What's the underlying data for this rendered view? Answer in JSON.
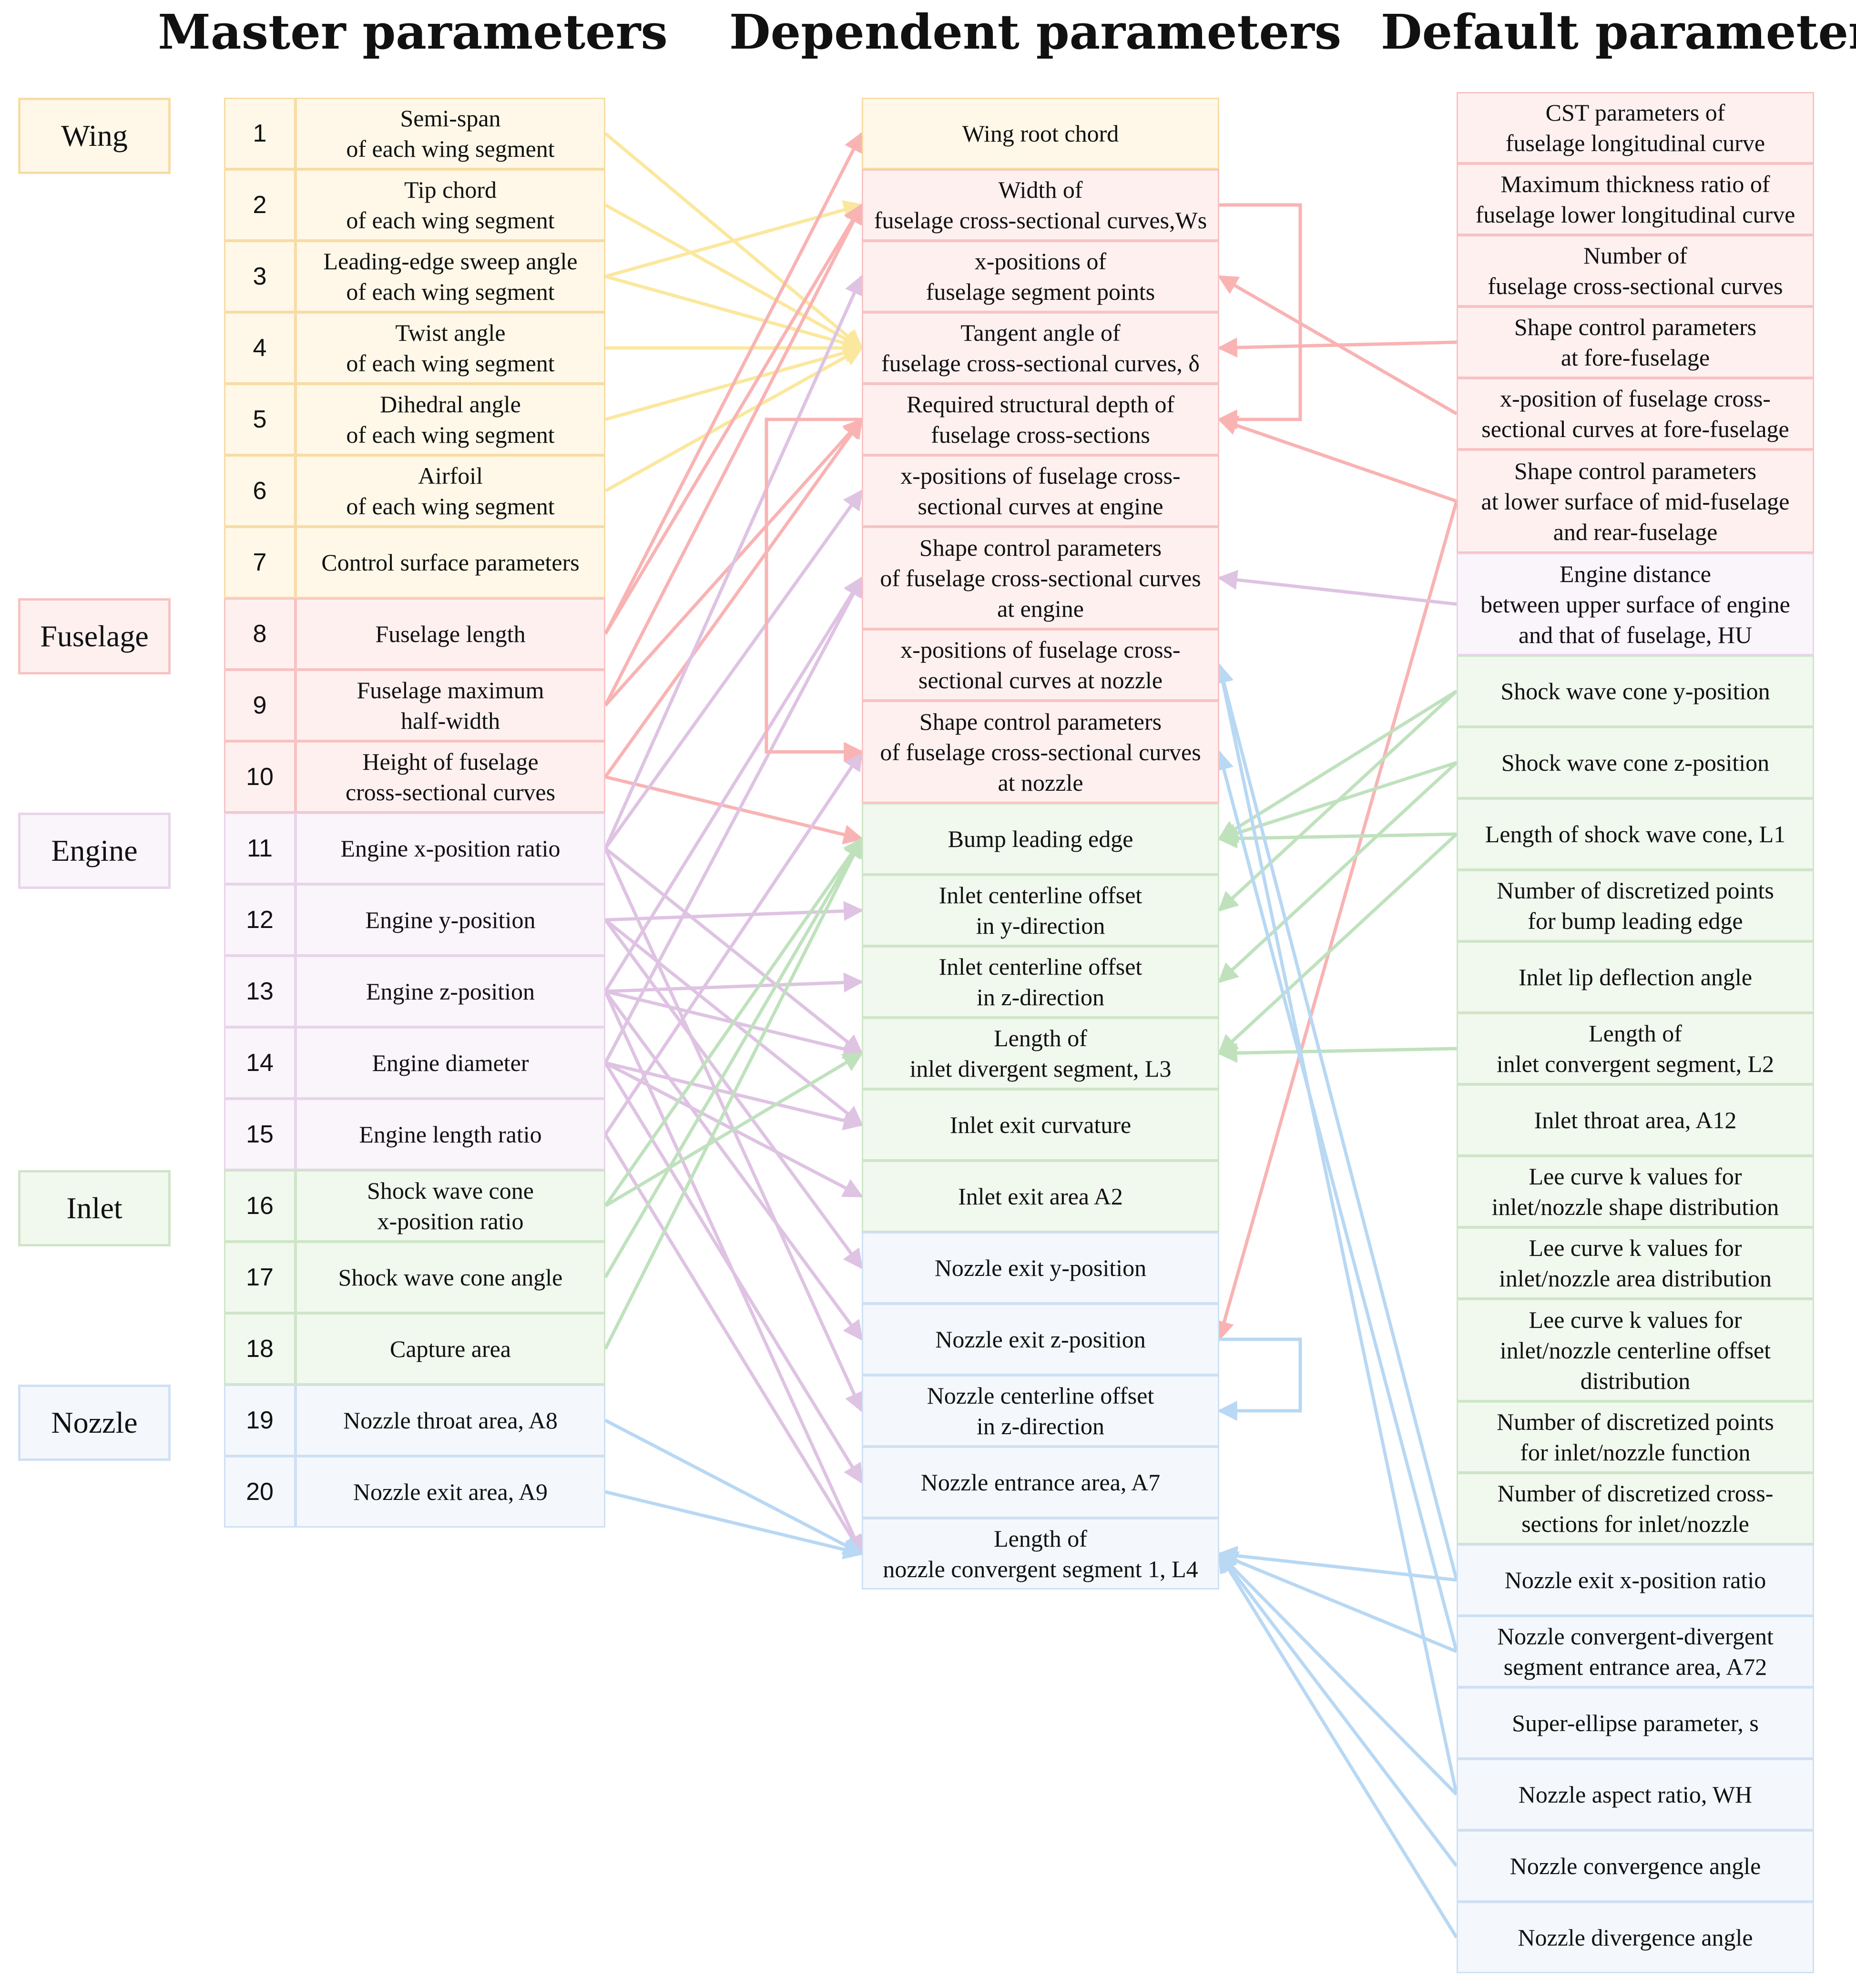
{
  "headers": {
    "master": "Master parameters",
    "dependent": "Dependent parameters",
    "default": "Default parameters"
  },
  "colors": {
    "wing": {
      "fill": "#fff8e8",
      "border": "#f7dca5",
      "line": "#fbe89e"
    },
    "fuselage": {
      "fill": "#fff0f0",
      "border": "#f7c3c3",
      "line": "#f9b3b3"
    },
    "engine": {
      "fill": "#faf4fb",
      "border": "#e8d4ea",
      "line": "#dfc3e3"
    },
    "inlet": {
      "fill": "#f1f8ee",
      "border": "#cfe5c8",
      "line": "#bfe2bd"
    },
    "nozzle": {
      "fill": "#f4f8fd",
      "border": "#cfe0f3",
      "line": "#b8d8f3"
    }
  },
  "groups": [
    {
      "label": "Wing",
      "cat": "wing"
    },
    {
      "label": "Fuselage",
      "cat": "fuselage"
    },
    {
      "label": "Engine",
      "cat": "engine"
    },
    {
      "label": "Inlet",
      "cat": "inlet"
    },
    {
      "label": "Nozzle",
      "cat": "nozzle"
    }
  ],
  "master": [
    {
      "num": "1",
      "label": "Semi-span\nof each wing segment",
      "cat": "wing"
    },
    {
      "num": "2",
      "label": "Tip chord\nof each wing segment",
      "cat": "wing"
    },
    {
      "num": "3",
      "label": "Leading-edge sweep angle\nof each wing segment",
      "cat": "wing"
    },
    {
      "num": "4",
      "label": "Twist angle\nof each wing segment",
      "cat": "wing"
    },
    {
      "num": "5",
      "label": "Dihedral angle\nof each wing segment",
      "cat": "wing"
    },
    {
      "num": "6",
      "label": "Airfoil\nof each wing segment",
      "cat": "wing"
    },
    {
      "num": "7",
      "label": "Control surface parameters",
      "cat": "wing"
    },
    {
      "num": "8",
      "label": "Fuselage length",
      "cat": "fuselage"
    },
    {
      "num": "9",
      "label": "Fuselage maximum\nhalf-width",
      "cat": "fuselage"
    },
    {
      "num": "10",
      "label": "Height of fuselage\ncross-sectional curves",
      "cat": "fuselage"
    },
    {
      "num": "11",
      "label": "Engine x-position ratio",
      "cat": "engine"
    },
    {
      "num": "12",
      "label": "Engine y-position",
      "cat": "engine"
    },
    {
      "num": "13",
      "label": "Engine z-position",
      "cat": "engine"
    },
    {
      "num": "14",
      "label": "Engine diameter",
      "cat": "engine"
    },
    {
      "num": "15",
      "label": "Engine length ratio",
      "cat": "engine"
    },
    {
      "num": "16",
      "label": "Shock wave cone\nx-position ratio",
      "cat": "inlet"
    },
    {
      "num": "17",
      "label": "Shock wave cone angle",
      "cat": "inlet"
    },
    {
      "num": "18",
      "label": "Capture area",
      "cat": "inlet"
    },
    {
      "num": "19",
      "label": "Nozzle throat area, A8",
      "cat": "nozzle"
    },
    {
      "num": "20",
      "label": "Nozzle exit area, A9",
      "cat": "nozzle"
    }
  ],
  "dependent": [
    {
      "label": "Wing root chord",
      "cat": "wing"
    },
    {
      "label": "Width of\nfuselage cross-sectional curves,Ws",
      "cat": "fuselage"
    },
    {
      "label": "x-positions of\nfuselage segment points",
      "cat": "fuselage"
    },
    {
      "label": "Tangent angle of\nfuselage cross-sectional curves, δ",
      "cat": "fuselage"
    },
    {
      "label": "Required structural depth of\nfuselage cross-sections",
      "cat": "fuselage"
    },
    {
      "label": "x-positions of fuselage cross-\nsectional curves at engine",
      "cat": "fuselage"
    },
    {
      "label": "Shape control parameters\nof fuselage cross-sectional curves\nat engine",
      "cat": "fuselage"
    },
    {
      "label": "x-positions of fuselage cross-\nsectional curves at nozzle",
      "cat": "fuselage"
    },
    {
      "label": "Shape control parameters\nof fuselage cross-sectional curves\nat nozzle",
      "cat": "fuselage"
    },
    {
      "label": "Bump leading edge",
      "cat": "inlet"
    },
    {
      "label": "Inlet centerline offset\nin y-direction",
      "cat": "inlet"
    },
    {
      "label": "Inlet centerline offset\nin z-direction",
      "cat": "inlet"
    },
    {
      "label": "Length of\ninlet divergent segment, L3",
      "cat": "inlet"
    },
    {
      "label": "Inlet exit curvature",
      "cat": "inlet"
    },
    {
      "label": "Inlet exit area A2",
      "cat": "inlet"
    },
    {
      "label": "Nozzle exit y-position",
      "cat": "nozzle"
    },
    {
      "label": "Nozzle exit z-position",
      "cat": "nozzle"
    },
    {
      "label": "Nozzle centerline offset\nin z-direction",
      "cat": "nozzle"
    },
    {
      "label": "Nozzle entrance area, A7",
      "cat": "nozzle"
    },
    {
      "label": "Length of\nnozzle convergent segment 1, L4",
      "cat": "nozzle"
    }
  ],
  "default": [
    {
      "label": "CST parameters of\nfuselage longitudinal curve",
      "cat": "fuselage"
    },
    {
      "label": "Maximum thickness ratio of\nfuselage lower longitudinal curve",
      "cat": "fuselage"
    },
    {
      "label": "Number of\nfuselage cross-sectional curves",
      "cat": "fuselage"
    },
    {
      "label": "Shape control parameters\nat fore-fuselage",
      "cat": "fuselage"
    },
    {
      "label": "x-position of fuselage cross-\nsectional curves at fore-fuselage",
      "cat": "fuselage"
    },
    {
      "label": "Shape control parameters\nat lower surface of mid-fuselage\nand rear-fuselage",
      "cat": "fuselage"
    },
    {
      "label": "Engine distance\nbetween upper surface of engine\nand that of fuselage, HU",
      "cat": "engine"
    },
    {
      "label": "Shock wave cone y-position",
      "cat": "inlet"
    },
    {
      "label": "Shock wave cone z-position",
      "cat": "inlet"
    },
    {
      "label": "Length of shock wave cone, L1",
      "cat": "inlet"
    },
    {
      "label": "Number of discretized points\nfor bump leading edge",
      "cat": "inlet"
    },
    {
      "label": "Inlet lip deflection angle",
      "cat": "inlet"
    },
    {
      "label": "Length of\ninlet convergent segment, L2",
      "cat": "inlet"
    },
    {
      "label": "Inlet throat area, A12",
      "cat": "inlet"
    },
    {
      "label": "Lee curve k values for\ninlet/nozzle shape distribution",
      "cat": "inlet"
    },
    {
      "label": "Lee curve k values for\ninlet/nozzle area distribution",
      "cat": "inlet"
    },
    {
      "label": "Lee curve k values for\ninlet/nozzle centerline offset\ndistribution",
      "cat": "inlet"
    },
    {
      "label": "Number of discretized points\nfor inlet/nozzle function",
      "cat": "inlet"
    },
    {
      "label": "Number of discretized cross-\nsections for inlet/nozzle",
      "cat": "inlet"
    },
    {
      "label": "Nozzle exit x-position ratio",
      "cat": "nozzle"
    },
    {
      "label": "Nozzle convergent-divergent\nsegment entrance area, A72",
      "cat": "nozzle"
    },
    {
      "label": "Super-ellipse parameter, s",
      "cat": "nozzle"
    },
    {
      "label": "Nozzle aspect ratio, WH",
      "cat": "nozzle"
    },
    {
      "label": "Nozzle convergence angle",
      "cat": "nozzle"
    },
    {
      "label": "Nozzle divergence angle",
      "cat": "nozzle"
    }
  ],
  "links": [
    {
      "from": "m1",
      "to": "d4",
      "cat": "wing"
    },
    {
      "from": "m2",
      "to": "d4",
      "cat": "wing"
    },
    {
      "from": "m3",
      "to": "d2",
      "cat": "wing"
    },
    {
      "from": "m3",
      "to": "d4",
      "cat": "wing"
    },
    {
      "from": "m4",
      "to": "d4",
      "cat": "wing"
    },
    {
      "from": "m5",
      "to": "d4",
      "cat": "wing"
    },
    {
      "from": "m6",
      "to": "d4",
      "cat": "wing"
    },
    {
      "from": "m8",
      "to": "d1",
      "cat": "fuselage"
    },
    {
      "from": "m8",
      "to": "d2",
      "cat": "fuselage"
    },
    {
      "from": "m9",
      "to": "d2",
      "cat": "fuselage"
    },
    {
      "from": "m9",
      "to": "d5",
      "cat": "fuselage"
    },
    {
      "from": "m10",
      "to": "d5",
      "cat": "fuselage"
    },
    {
      "from": "m10",
      "to": "d10",
      "cat": "fuselage"
    },
    {
      "from": "f4",
      "to": "d4",
      "cat": "fuselage"
    },
    {
      "from": "f5",
      "to": "d3",
      "cat": "fuselage"
    },
    {
      "from": "f6",
      "to": "d5",
      "cat": "fuselage"
    },
    {
      "from": "f6",
      "to": "d17",
      "cat": "fuselage"
    },
    {
      "from": "m11",
      "to": "d3",
      "cat": "engine"
    },
    {
      "from": "m11",
      "to": "d6",
      "cat": "engine"
    },
    {
      "from": "m11",
      "to": "d13",
      "cat": "engine"
    },
    {
      "from": "m11",
      "to": "d18",
      "cat": "engine"
    },
    {
      "from": "m12",
      "to": "d11",
      "cat": "engine"
    },
    {
      "from": "m12",
      "to": "d16",
      "cat": "engine"
    },
    {
      "from": "m12",
      "to": "d14",
      "cat": "engine"
    },
    {
      "from": "m13",
      "to": "d12",
      "cat": "engine"
    },
    {
      "from": "m13",
      "to": "d7",
      "cat": "engine"
    },
    {
      "from": "m13",
      "to": "d13",
      "cat": "engine"
    },
    {
      "from": "m13",
      "to": "d17",
      "cat": "engine"
    },
    {
      "from": "m13",
      "to": "d20",
      "cat": "engine"
    },
    {
      "from": "m14",
      "to": "d14",
      "cat": "engine"
    },
    {
      "from": "m14",
      "to": "d15",
      "cat": "engine"
    },
    {
      "from": "m14",
      "to": "d7",
      "cat": "engine"
    },
    {
      "from": "m14",
      "to": "d19",
      "cat": "engine"
    },
    {
      "from": "m15",
      "to": "d9",
      "cat": "engine"
    },
    {
      "from": "m15",
      "to": "d20",
      "cat": "engine"
    },
    {
      "from": "f7",
      "to": "d7",
      "cat": "engine"
    },
    {
      "from": "m16",
      "to": "d10",
      "cat": "inlet"
    },
    {
      "from": "m16",
      "to": "d13",
      "cat": "inlet"
    },
    {
      "from": "m17",
      "to": "d10",
      "cat": "inlet"
    },
    {
      "from": "m18",
      "to": "d10",
      "cat": "inlet"
    },
    {
      "from": "f8",
      "to": "d10",
      "cat": "inlet"
    },
    {
      "from": "f8",
      "to": "d11",
      "cat": "inlet"
    },
    {
      "from": "f9",
      "to": "d10",
      "cat": "inlet"
    },
    {
      "from": "f9",
      "to": "d12",
      "cat": "inlet"
    },
    {
      "from": "f10",
      "to": "d10",
      "cat": "inlet"
    },
    {
      "from": "f10",
      "to": "d13",
      "cat": "inlet"
    },
    {
      "from": "f13",
      "to": "d13",
      "cat": "inlet"
    },
    {
      "from": "m19",
      "to": "d20",
      "cat": "nozzle"
    },
    {
      "from": "m20",
      "to": "d20",
      "cat": "nozzle"
    },
    {
      "from": "f20",
      "to": "d20",
      "cat": "nozzle"
    },
    {
      "from": "f20",
      "to": "d8",
      "cat": "nozzle"
    },
    {
      "from": "f21",
      "to": "d20",
      "cat": "nozzle"
    },
    {
      "from": "f21",
      "to": "d9",
      "cat": "nozzle"
    },
    {
      "from": "f23",
      "to": "d20",
      "cat": "nozzle"
    },
    {
      "from": "f23",
      "to": "d8",
      "cat": "nozzle"
    },
    {
      "from": "f24",
      "to": "d20",
      "cat": "nozzle"
    },
    {
      "from": "f25",
      "to": "d20",
      "cat": "nozzle"
    }
  ],
  "loops": [
    {
      "from": "d2",
      "to": "d5",
      "side": "right",
      "cat": "fuselage"
    },
    {
      "from": "d5",
      "to": "d9",
      "side": "left",
      "cat": "fuselage"
    },
    {
      "from": "d17",
      "to": "d18",
      "side": "right",
      "cat": "nozzle"
    }
  ]
}
